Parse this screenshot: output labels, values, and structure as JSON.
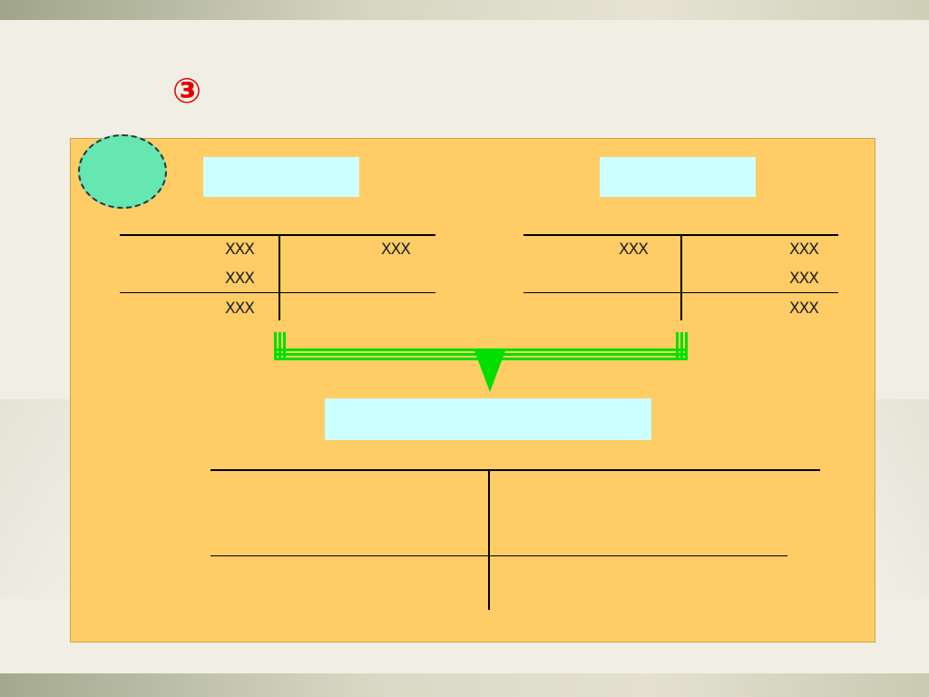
{
  "slide": {
    "title_number": "③",
    "title_text": "",
    "example_badge": ""
  },
  "left_account": {
    "box_title": "",
    "debit_label": "",
    "credit_label": "",
    "account_name": "",
    "rows_left": [
      {
        "label": "",
        "value": "XXX"
      },
      {
        "label": "",
        "value": "XXX"
      },
      {
        "label": "",
        "value": "XXX"
      }
    ],
    "rows_right": [
      {
        "label": "",
        "value": "XXX"
      }
    ]
  },
  "right_account": {
    "box_title": "",
    "debit_label": "",
    "credit_label": "",
    "account_name": "",
    "rows_left": [
      {
        "label": "",
        "value": "XXX"
      }
    ],
    "rows_right": [
      {
        "label": "",
        "value": "XXX"
      },
      {
        "label": "",
        "value": "XXX"
      },
      {
        "label": "",
        "value": "XXX"
      }
    ]
  },
  "merge": {
    "left_char": "",
    "right_char": ""
  },
  "combined_account": {
    "box_title": "",
    "debit_label": "",
    "credit_label": "",
    "account_name": "",
    "left_rows": [
      {
        "bold": "",
        "text": ""
      },
      {
        "bold": "",
        "text": ""
      },
      {
        "bold": "",
        "text": ""
      },
      {
        "bold": "",
        "text": ""
      },
      {
        "bold": "",
        "text": ""
      }
    ],
    "right_rows": [
      "",
      "",
      "",
      "",
      ""
    ]
  },
  "colors": {
    "panel": "#ffcc66",
    "box_title_bg": "#ccffff",
    "box_title_text": "#1f3f9f",
    "accent_red": "#e00000",
    "merge_purple": "#8000a0",
    "arrow_green": "#00e000"
  }
}
